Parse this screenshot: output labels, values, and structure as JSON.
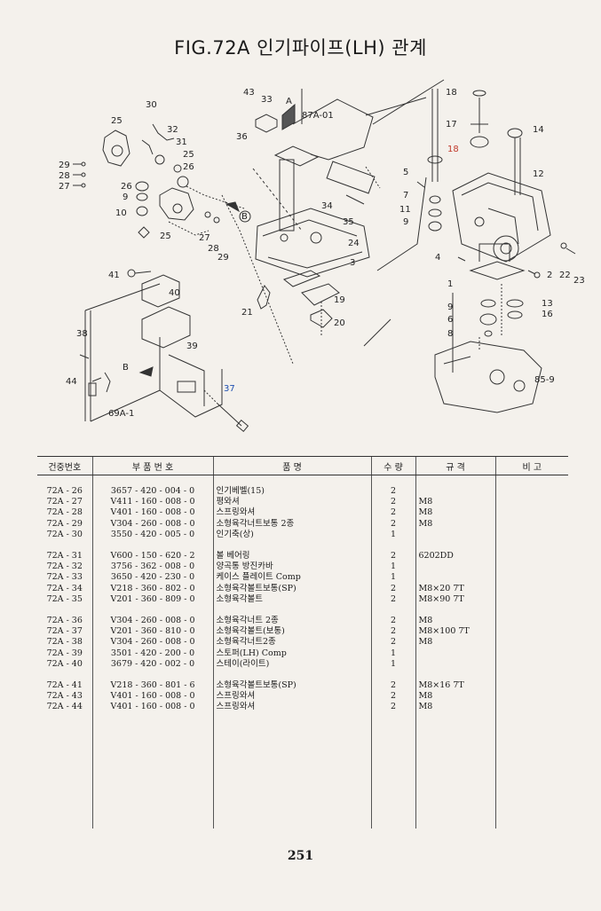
{
  "title": "FIG.72A 인기파이프(LH) 관계",
  "diagram": {
    "callouts": [
      {
        "id": "c30",
        "text": "30"
      },
      {
        "id": "c25a",
        "text": "25"
      },
      {
        "id": "c32",
        "text": "32"
      },
      {
        "id": "c31",
        "text": "31"
      },
      {
        "id": "c26a",
        "text": "26"
      },
      {
        "id": "c25b",
        "text": "25"
      },
      {
        "id": "c29a",
        "text": "29"
      },
      {
        "id": "c28a",
        "text": "28"
      },
      {
        "id": "c27a",
        "text": "27"
      },
      {
        "id": "c26b",
        "text": "26"
      },
      {
        "id": "c9a",
        "text": "9"
      },
      {
        "id": "c10",
        "text": "10"
      },
      {
        "id": "c25c",
        "text": "25"
      },
      {
        "id": "c27b",
        "text": "27"
      },
      {
        "id": "c28b",
        "text": "28"
      },
      {
        "id": "c29b",
        "text": "29"
      },
      {
        "id": "c43",
        "text": "43"
      },
      {
        "id": "c33",
        "text": "33"
      },
      {
        "id": "c36",
        "text": "36"
      },
      {
        "id": "cA1",
        "text": "A"
      },
      {
        "id": "c87",
        "text": "87A-01"
      },
      {
        "id": "c34",
        "text": "34"
      },
      {
        "id": "c35",
        "text": "35"
      },
      {
        "id": "cB1",
        "text": "B"
      },
      {
        "id": "c24",
        "text": "24"
      },
      {
        "id": "c3",
        "text": "3"
      },
      {
        "id": "c19",
        "text": "19"
      },
      {
        "id": "c21",
        "text": "21"
      },
      {
        "id": "c20",
        "text": "20"
      },
      {
        "id": "c41",
        "text": "41"
      },
      {
        "id": "c40",
        "text": "40"
      },
      {
        "id": "c38",
        "text": "38"
      },
      {
        "id": "c39",
        "text": "39"
      },
      {
        "id": "c44",
        "text": "44"
      },
      {
        "id": "cB2",
        "text": "B"
      },
      {
        "id": "c37",
        "text": "37"
      },
      {
        "id": "c69",
        "text": "69A-1"
      },
      {
        "id": "c18a",
        "text": "18"
      },
      {
        "id": "c17",
        "text": "17"
      },
      {
        "id": "c14",
        "text": "14"
      },
      {
        "id": "c18b",
        "text": "18"
      },
      {
        "id": "c5",
        "text": "5"
      },
      {
        "id": "c12",
        "text": "12"
      },
      {
        "id": "c7",
        "text": "7"
      },
      {
        "id": "c11",
        "text": "11"
      },
      {
        "id": "c9b",
        "text": "9"
      },
      {
        "id": "c4",
        "text": "4"
      },
      {
        "id": "c2",
        "text": "2"
      },
      {
        "id": "c22",
        "text": "22"
      },
      {
        "id": "c23",
        "text": "23"
      },
      {
        "id": "c1",
        "text": "1"
      },
      {
        "id": "c9c",
        "text": "9"
      },
      {
        "id": "c6",
        "text": "6"
      },
      {
        "id": "c8",
        "text": "8"
      },
      {
        "id": "c13",
        "text": "13"
      },
      {
        "id": "c16",
        "text": "16"
      },
      {
        "id": "c85",
        "text": "85-9"
      }
    ]
  },
  "table": {
    "headers": [
      "건중번호",
      "부 품 번 호",
      "품 명",
      "수 량",
      "규 격",
      "비 고"
    ],
    "groups": [
      [
        {
          "no": "72A - 26",
          "part": "3657 - 420 - 004 - 0",
          "name": "인기베벨(15)",
          "qty": "2",
          "spec": ""
        },
        {
          "no": "72A - 27",
          "part": "V411 - 160 - 008 - 0",
          "name": "평와셔",
          "qty": "2",
          "spec": "M8"
        },
        {
          "no": "72A - 28",
          "part": "V401 - 160 - 008 - 0",
          "name": "스프링와셔",
          "qty": "2",
          "spec": "M8"
        },
        {
          "no": "72A - 29",
          "part": "V304 - 260 - 008 - 0",
          "name": "소형육각너트보통 2종",
          "qty": "2",
          "spec": "M8"
        },
        {
          "no": "72A - 30",
          "part": "3550 - 420 - 005 - 0",
          "name": "인기축(상)",
          "qty": "1",
          "spec": ""
        }
      ],
      [
        {
          "no": "72A - 31",
          "part": "V600 - 150 - 620 - 2",
          "name": "볼 베어링",
          "qty": "2",
          "spec": "6202DD"
        },
        {
          "no": "72A - 32",
          "part": "3756 - 362 - 008 - 0",
          "name": "양곡통 방진카바",
          "qty": "1",
          "spec": ""
        },
        {
          "no": "72A - 33",
          "part": "3650 - 420 - 230 - 0",
          "name": "케이스 플레이트 Comp",
          "qty": "1",
          "spec": ""
        },
        {
          "no": "72A - 34",
          "part": "V218 - 360 - 802 - 0",
          "name": "소형육각볼트보통(SP)",
          "qty": "2",
          "spec": "M8×20 7T"
        },
        {
          "no": "72A - 35",
          "part": "V201 - 360 - 809 - 0",
          "name": "소형육각볼트",
          "qty": "2",
          "spec": "M8×90 7T"
        }
      ],
      [
        {
          "no": "72A - 36",
          "part": "V304 - 260 - 008 - 0",
          "name": "소형육각너트 2종",
          "qty": "2",
          "spec": "M8"
        },
        {
          "no": "72A - 37",
          "part": "V201 - 360 - 810 - 0",
          "name": "소형육각볼트(보통)",
          "qty": "2",
          "spec": "M8×100 7T"
        },
        {
          "no": "72A - 38",
          "part": "V304 - 260 - 008 - 0",
          "name": "소형육각너트2종",
          "qty": "2",
          "spec": "M8"
        },
        {
          "no": "72A - 39",
          "part": "3501 - 420 - 200 - 0",
          "name": "스토퍼(LH) Comp",
          "qty": "1",
          "spec": ""
        },
        {
          "no": "72A - 40",
          "part": "3679 - 420 - 002 - 0",
          "name": "스테이(라이트)",
          "qty": "1",
          "spec": ""
        }
      ],
      [
        {
          "no": "72A - 41",
          "part": "V218 - 360 - 801 - 6",
          "name": "소형육각볼트보통(SP)",
          "qty": "2",
          "spec": "M8×16 7T"
        },
        {
          "no": "72A - 43",
          "part": "V401 - 160 - 008 - 0",
          "name": "스프링와셔",
          "qty": "2",
          "spec": "M8"
        },
        {
          "no": "72A - 44",
          "part": "V401 - 160 - 008 - 0",
          "name": "스프링와셔",
          "qty": "2",
          "spec": "M8"
        }
      ]
    ]
  },
  "page_number": "251"
}
